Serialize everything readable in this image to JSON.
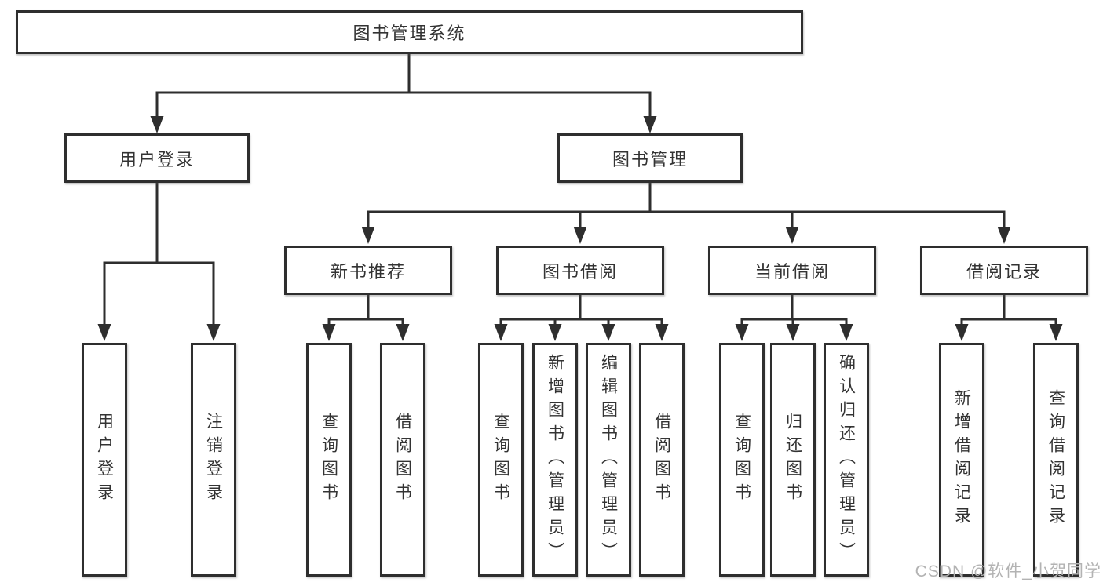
{
  "diagram": {
    "type": "hierarchy-tree",
    "root": {
      "label": "图书管理系统"
    },
    "level2": [
      {
        "label": "用户登录",
        "parent": "图书管理系统"
      },
      {
        "label": "图书管理",
        "parent": "图书管理系统"
      }
    ],
    "level3": [
      {
        "label": "新书推荐",
        "parent": "图书管理"
      },
      {
        "label": "图书借阅",
        "parent": "图书管理"
      },
      {
        "label": "当前借阅",
        "parent": "图书管理"
      },
      {
        "label": "借阅记录",
        "parent": "图书管理"
      }
    ],
    "leaves": [
      {
        "label": "用户登录",
        "parent": "用户登录"
      },
      {
        "label": "注销登录",
        "parent": "用户登录"
      },
      {
        "label": "查询图书",
        "parent": "新书推荐"
      },
      {
        "label": "借阅图书",
        "parent": "新书推荐"
      },
      {
        "label": "查询图书",
        "parent": "图书借阅"
      },
      {
        "label": "新增图书（管理员）",
        "parent": "图书借阅"
      },
      {
        "label": "编辑图书（管理员）",
        "parent": "图书借阅"
      },
      {
        "label": "借阅图书",
        "parent": "图书借阅"
      },
      {
        "label": "查询图书",
        "parent": "当前借阅"
      },
      {
        "label": "归还图书",
        "parent": "当前借阅"
      },
      {
        "label": "确认归还（管理员）",
        "parent": "当前借阅"
      },
      {
        "label": "新增借阅记录",
        "parent": "借阅记录"
      },
      {
        "label": "查询借阅记录",
        "parent": "借阅记录"
      }
    ]
  },
  "watermark": {
    "text": "CSDN @软件_小贺同学"
  },
  "colors": {
    "line": "#2e2e2e",
    "box_border": "#2e2e2e",
    "box_background": "#ffffff",
    "text": "#333333",
    "watermark": "#b3b3b3",
    "page_background": "#ffffff"
  }
}
